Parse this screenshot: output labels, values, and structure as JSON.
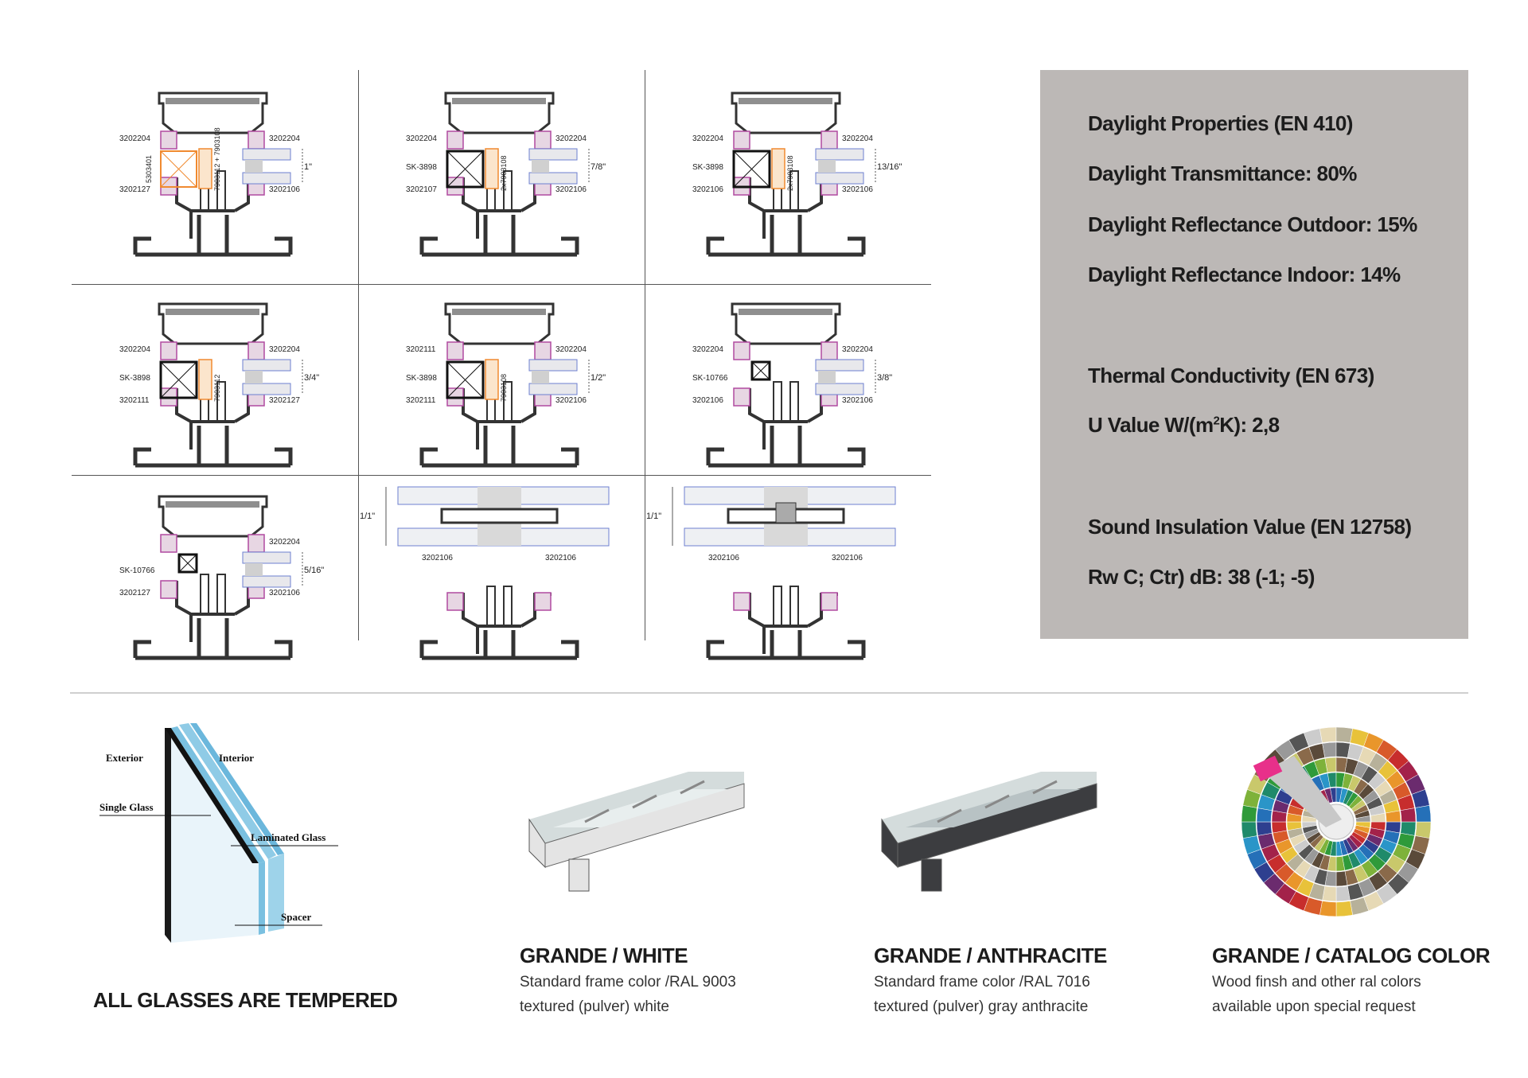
{
  "profiles": [
    {
      "lt": "3202204",
      "lb": "3202127",
      "rt": "3202204",
      "rb": "3202106",
      "insert": "5303401",
      "spacer": "7903112 + 7903108",
      "dim": "1\"",
      "type": "frame"
    },
    {
      "lt": "3202204",
      "lb": "3202107",
      "rt": "3202204",
      "rb": "3202106",
      "insert": "SK-3898",
      "spacer": "2x7903108",
      "dim": "7/8\"",
      "type": "frame"
    },
    {
      "lt": "3202204",
      "lb": "3202106",
      "rt": "3202204",
      "rb": "3202106",
      "insert": "SK-3898",
      "spacer": "2x7903108",
      "dim": "13/16\"",
      "type": "frame"
    },
    {
      "lt": "3202204",
      "lb": "3202111",
      "rt": "3202204",
      "rb": "3202127",
      "insert": "SK-3898",
      "spacer": "7903112",
      "dim": "3/4\"",
      "type": "frame"
    },
    {
      "lt": "3202111",
      "lb": "3202111",
      "rt": "3202204",
      "rb": "3202106",
      "insert": "SK-3898",
      "spacer": "7903108",
      "dim": "1/2\"",
      "type": "frame"
    },
    {
      "lt": "3202204",
      "lb": "3202106",
      "rt": "3202204",
      "rb": "3202106",
      "insert": "SK-10766",
      "spacer": "",
      "dim": "3/8\"",
      "type": "frame"
    },
    {
      "lt": "",
      "lb": "3202127",
      "rt": "3202204",
      "rb": "3202106",
      "insert": "SK-10766",
      "spacer": "",
      "dim": "5/16\"",
      "type": "frame"
    },
    {
      "lt": "",
      "lb": "3202106",
      "rt": "",
      "rb": "3202106",
      "insert": "",
      "spacer": "",
      "dim": "1/1\"",
      "type": "joint"
    },
    {
      "lt": "",
      "lb": "3202106",
      "rt": "",
      "rb": "3202106",
      "insert": "",
      "spacer": "",
      "dim": "1/1\"",
      "type": "joint2"
    }
  ],
  "specs": {
    "daylight_title": "Daylight Properties (EN 410)",
    "transmittance": "Daylight Transmittance: 80%",
    "reflect_out": "Daylight Reflectance Outdoor: 15%",
    "reflect_in": "Daylight Reflectance Indoor: 14%",
    "thermal_title": "Thermal Conductivity (EN 673)",
    "u_value_prefix": "U Value W/(m",
    "u_value_sup": "2",
    "u_value_suffix": "K): 2,8",
    "sound_title": "Sound Insulation Value (EN 12758)",
    "rw": "Rw C; Ctr) dB: 38 (-1; -5)"
  },
  "glass": {
    "exterior": "Exterior",
    "interior": "Interior",
    "single": "Single Glass",
    "laminated": "Laminated Glass",
    "spacer": "Spacer",
    "caption": "ALL GLASSES ARE TEMPERED"
  },
  "products": [
    {
      "title": "GRANDE / WHITE",
      "line1": "Standard frame color /RAL 9003",
      "line2": "textured (pulver) white",
      "color": "#e4e4e4"
    },
    {
      "title": "GRANDE / ANTHRACITE",
      "line1": "Standard frame color /RAL 7016",
      "line2": "textured (pulver) gray anthracite",
      "color": "#3c3d40"
    },
    {
      "title": "GRANDE / CATALOG COLOR",
      "line1": "Wood finsh and other ral colors",
      "line2": "available upon special request"
    }
  ]
}
